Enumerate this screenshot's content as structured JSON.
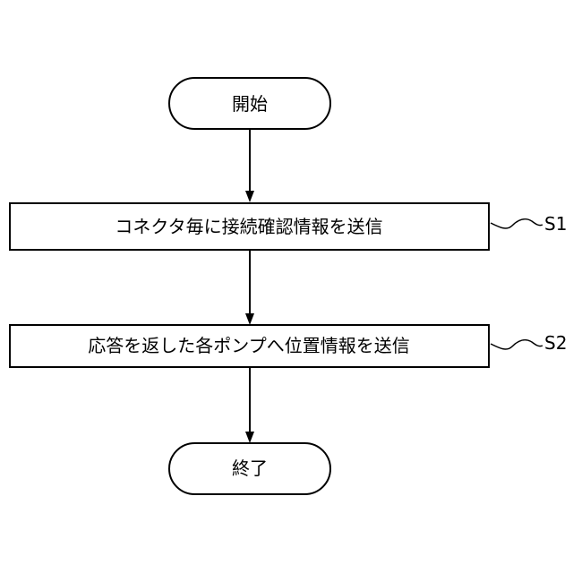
{
  "flowchart": {
    "start": {
      "label": "開始"
    },
    "steps": [
      {
        "id": "S1",
        "label": "コネクタ毎に接続確認情報を送信"
      },
      {
        "id": "S2",
        "label": "応答を返した各ポンプへ位置情報を送信"
      }
    ],
    "end": {
      "label": "終了"
    }
  },
  "colors": {
    "stroke": "#000000",
    "fill": "#ffffff",
    "text": "#000000"
  }
}
